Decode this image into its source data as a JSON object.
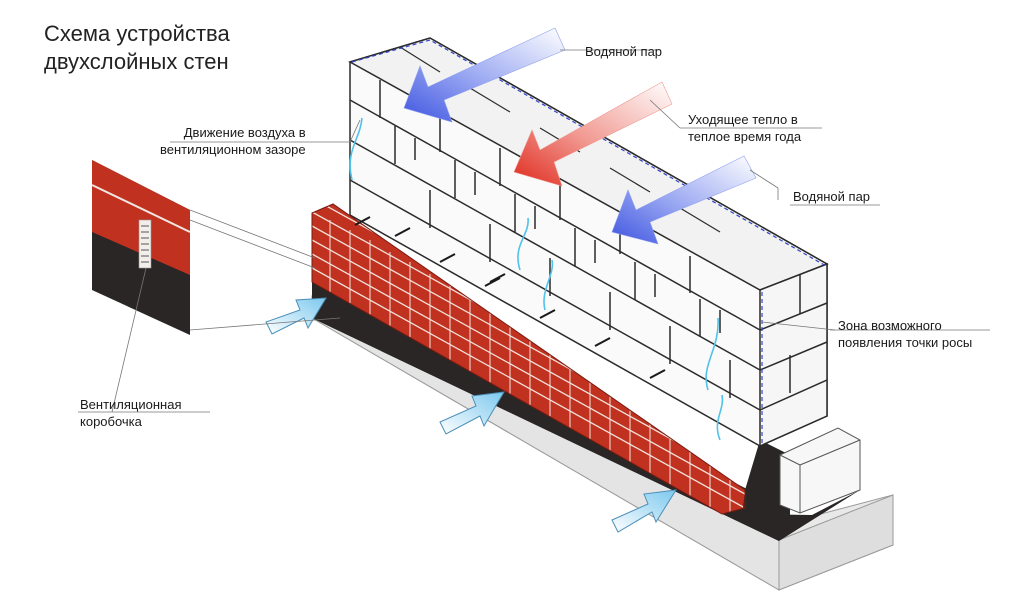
{
  "title": {
    "line1": "Схема устройства",
    "line2": "двухслойных стен"
  },
  "labels": {
    "vapor_top": "Водяной пар",
    "heat_line1": "Уходящее тепло в",
    "heat_line2": "теплое время года",
    "vapor_right": "Водяной пар",
    "air_line1": "Движение воздуха в",
    "air_line2": "вентиляционном зазоре",
    "dew_line1": "Зона возможного",
    "dew_line2": "появления точки росы",
    "box_line1": "Вентиляционная",
    "box_line2": "коробочка"
  },
  "colors": {
    "brick": "#c0321f",
    "brick_joint": "#f0e2dc",
    "block": "#fafafa",
    "block_line": "#2b2b2b",
    "insulation": "#2a2626",
    "plinth": "#e9e9e9",
    "vapor_arrow": "#4f63e0",
    "heat_arrow": "#e5362a",
    "air_arrow": "#7fd0f0",
    "air_flow": "#4fc3e8",
    "dew_line": "#3344cc"
  },
  "icons": {
    "vapor_arrow_1": "arrow-left-icon",
    "vapor_arrow_2": "arrow-left-icon",
    "heat_arrow": "arrow-left-icon",
    "air_arrows": "arrow-up-right-icon",
    "vent_box": "ventilation-box-icon"
  }
}
